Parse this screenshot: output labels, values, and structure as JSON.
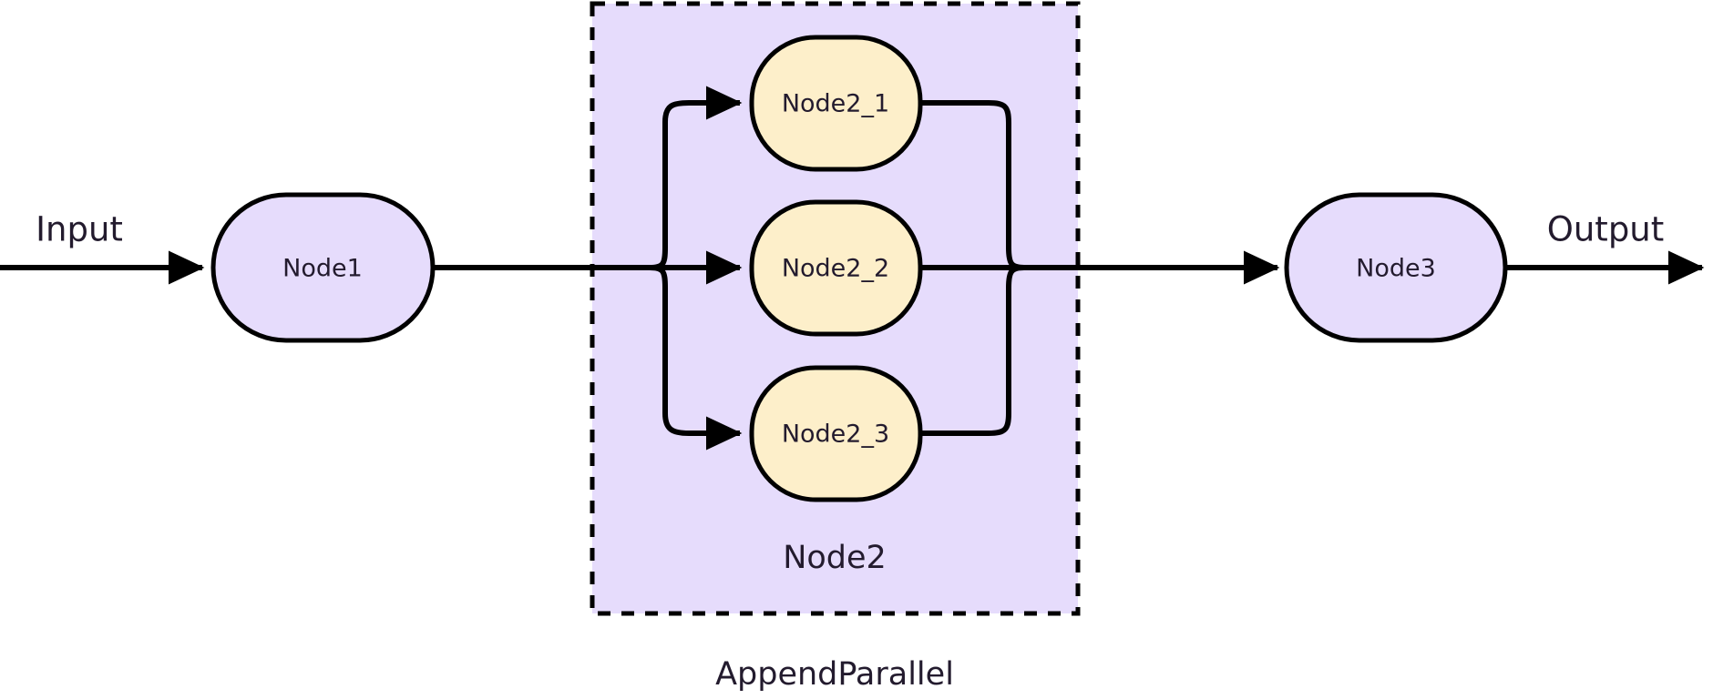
{
  "diagram": {
    "title": "AppendParallel",
    "type": "flow-diagram",
    "background_color": "#ffffff",
    "io": {
      "input_label": "Input",
      "output_label": "Output"
    },
    "colors": {
      "node_purple_fill": "#e6dcfc",
      "node_yellow_fill": "#fdefca",
      "group_fill": "#e6dcfc",
      "stroke": "#000000",
      "text": "#231b2e"
    },
    "nodes": [
      {
        "id": "node1",
        "label": "Node1",
        "fill": "#e6dcfc",
        "shape": "stadium"
      },
      {
        "id": "node2_1",
        "label": "Node2_1",
        "fill": "#fdefca",
        "shape": "stadium"
      },
      {
        "id": "node2_2",
        "label": "Node2_2",
        "fill": "#fdefca",
        "shape": "stadium"
      },
      {
        "id": "node2_3",
        "label": "Node2_3",
        "fill": "#fdefca",
        "shape": "stadium"
      },
      {
        "id": "node3",
        "label": "Node3",
        "fill": "#e6dcfc",
        "shape": "stadium"
      }
    ],
    "group": {
      "id": "node2",
      "label": "Node2",
      "outer_label": "AppendParallel",
      "fill": "#e6dcfc",
      "border_style": "dashed",
      "children": [
        "node2_1",
        "node2_2",
        "node2_3"
      ]
    },
    "edges": [
      {
        "from": "input",
        "to": "node1",
        "label": "Input",
        "arrow": true
      },
      {
        "from": "node1",
        "to": "node2-split",
        "label": "",
        "arrow": false
      },
      {
        "from": "node2-split",
        "to": "node2_1",
        "label": "",
        "arrow": true
      },
      {
        "from": "node2-split",
        "to": "node2_2",
        "label": "",
        "arrow": true
      },
      {
        "from": "node2-split",
        "to": "node2_3",
        "label": "",
        "arrow": true
      },
      {
        "from": "node2_1",
        "to": "node2-merge",
        "label": "",
        "arrow": false
      },
      {
        "from": "node2_2",
        "to": "node2-merge",
        "label": "",
        "arrow": false
      },
      {
        "from": "node2_3",
        "to": "node2-merge",
        "label": "",
        "arrow": false
      },
      {
        "from": "node2-merge",
        "to": "node3",
        "label": "",
        "arrow": true
      },
      {
        "from": "node3",
        "to": "output",
        "label": "Output",
        "arrow": true
      }
    ]
  }
}
